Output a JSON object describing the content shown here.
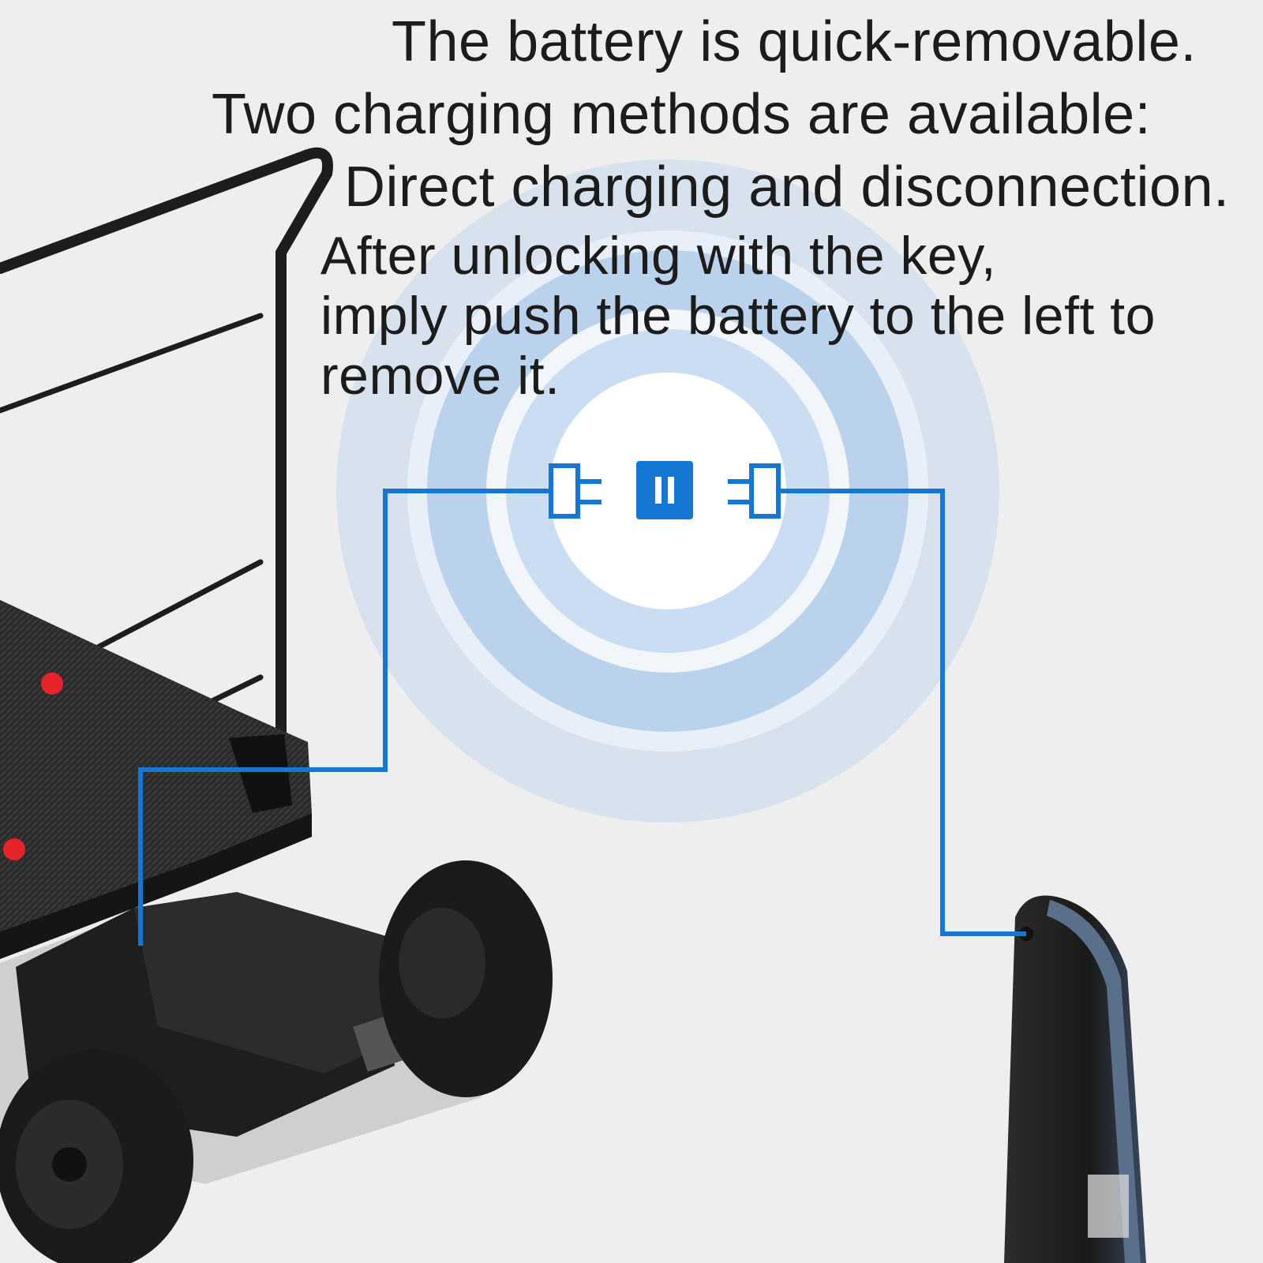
{
  "captions": {
    "line1": "The battery is quick-removable.",
    "line2": "Two charging methods are available:",
    "line3": "Direct charging and disconnection.",
    "line4a": "After unlocking with the key,",
    "line4b": "imply push the battery to the left to",
    "line4c": "remove it."
  },
  "icons": {
    "plug_left": "plug-icon",
    "battery_center": "battery-socket-icon",
    "plug_right": "plug-icon"
  },
  "colors": {
    "background": "#eeeeee",
    "connector_line": "#1577d4",
    "halo": "#9fc3e8",
    "cart_body": "#2a2a2a",
    "accent_red": "#e8232a"
  }
}
